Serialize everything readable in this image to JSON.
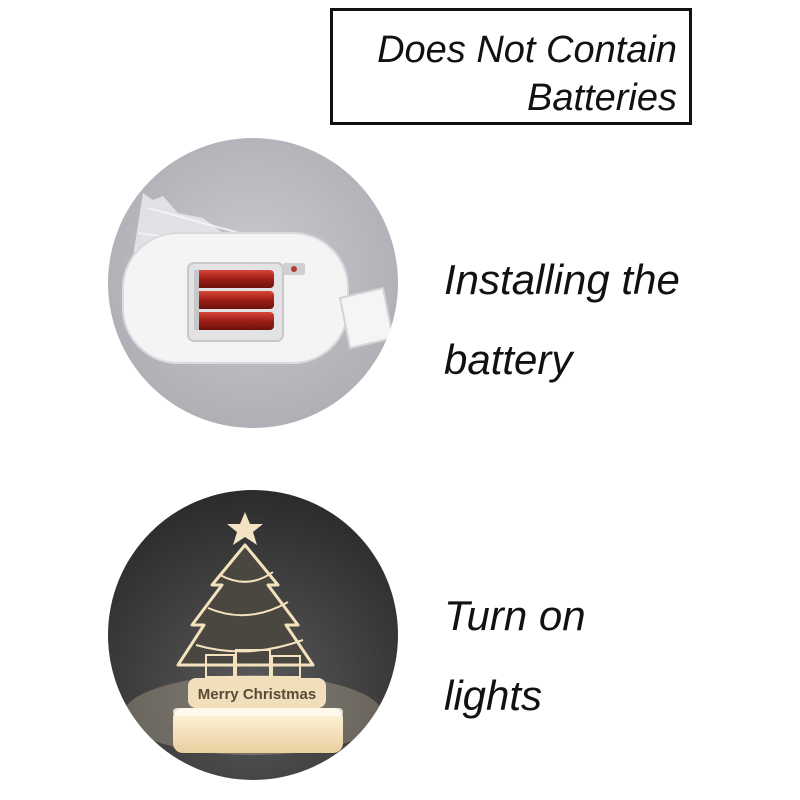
{
  "notice": {
    "line1": "Does Not Contain",
    "line2": "Batteries"
  },
  "step1": {
    "caption_line1": "Installing the",
    "caption_line2": "battery",
    "photo_icon": "battery-compartment-photo"
  },
  "step2": {
    "caption_line1": "Turn on",
    "caption_line2": "lights",
    "photo_icon": "lit-christmas-tree-lamp-photo",
    "lamp_text": "Merry Christmas"
  },
  "colors": {
    "text": "#111111",
    "battery_red": "#b8291f",
    "lamp_glow": "#f7e4bf",
    "dark_bg": "#3a3a3a"
  }
}
